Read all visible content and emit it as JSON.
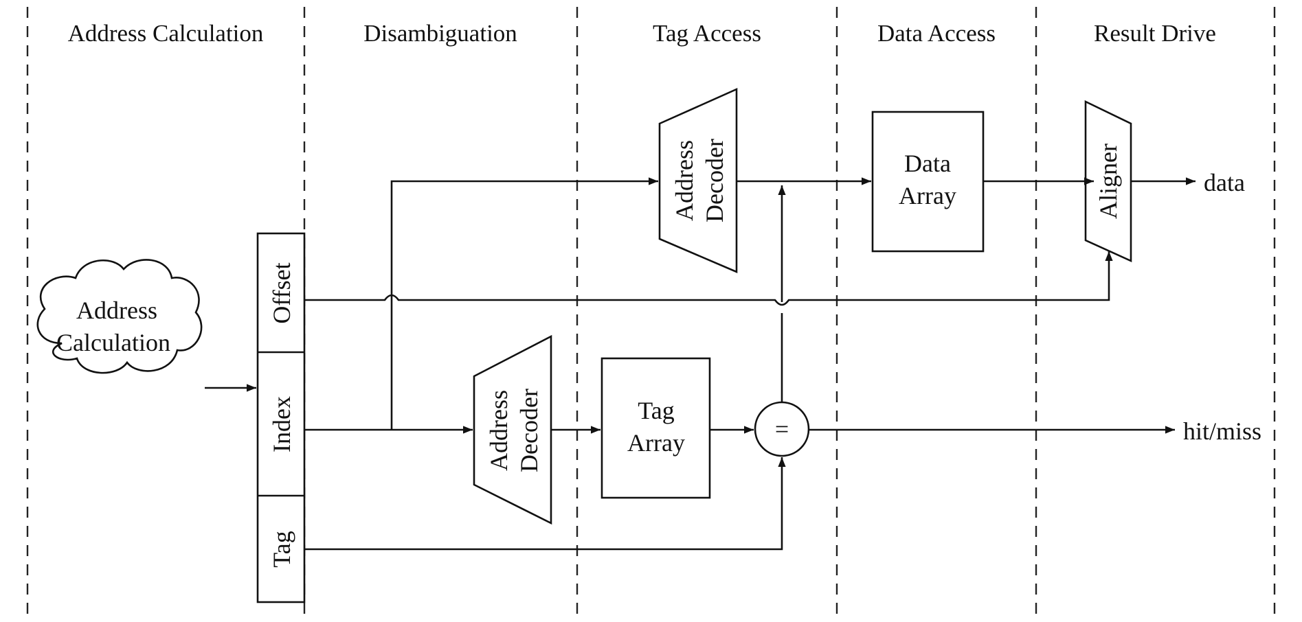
{
  "stages": [
    "Address Calculation",
    "Disambiguation",
    "Tag Access",
    "Data Access",
    "Result Drive"
  ],
  "address_calc_cloud": [
    "Address",
    "Calculation"
  ],
  "address_fields": {
    "offset": "Offset",
    "index": "Index",
    "tag": "Tag"
  },
  "tag_decoder": [
    "Address",
    "Decoder"
  ],
  "data_decoder": [
    "Address",
    "Decoder"
  ],
  "tag_array": [
    "Tag",
    "Array"
  ],
  "data_array": [
    "Data",
    "Array"
  ],
  "comparator": "=",
  "aligner": "Aligner",
  "outputs": {
    "data": "data",
    "hit_miss": "hit/miss"
  }
}
